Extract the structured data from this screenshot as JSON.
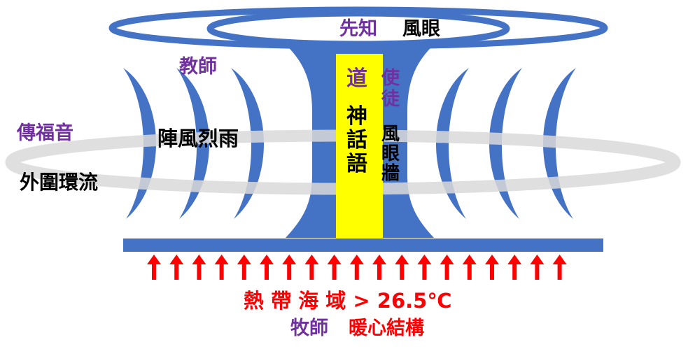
{
  "colors": {
    "blue": "#4472C4",
    "yellow": "#FFFF00",
    "purple": "#7030A0",
    "red": "#FF0000",
    "black": "#000000",
    "ring": "#D9D9D9"
  },
  "labels": {
    "prophet": "先知",
    "eye_top": "風眼",
    "teacher": "教師",
    "gospel": "傳福音",
    "rainband": "陣風烈雨",
    "outer_flow": "外圍環流",
    "dao": "道",
    "shen": "神",
    "hua": "話",
    "yu": "語",
    "apostle_1": "使",
    "apostle_2": "徒",
    "eyewall_1": "風",
    "eyewall_2": "眼",
    "eyewall_3": "牆",
    "ocean_temp": "熱 帶 海 域 > 26.5℃",
    "pastor": "牧師",
    "warm_core": "暖心結構"
  },
  "icons": {
    "arrow": "up-arrow-icon"
  }
}
